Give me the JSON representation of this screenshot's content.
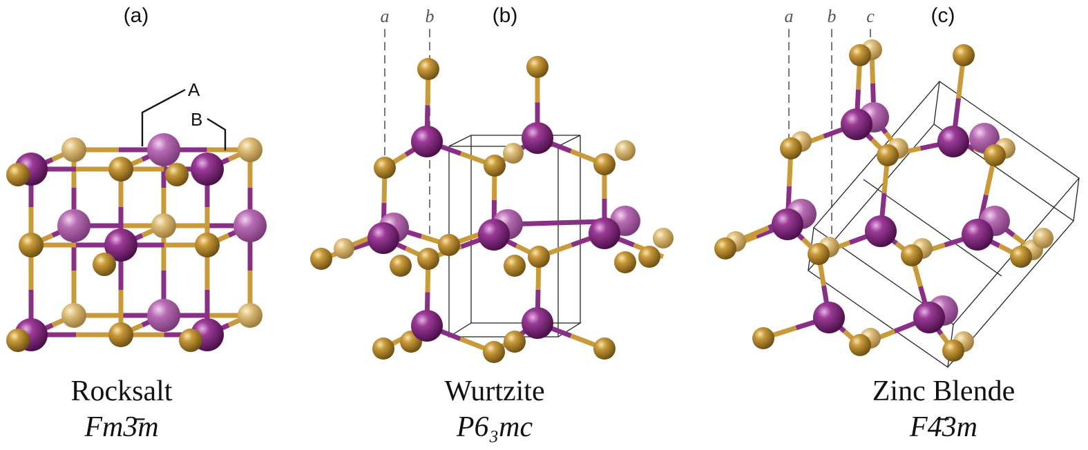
{
  "panels": [
    {
      "id": "a",
      "label": "(a)",
      "name": "Rocksalt",
      "space_group": "Fm3̄m",
      "site_labels": [
        "A",
        "B"
      ]
    },
    {
      "id": "b",
      "label": "(b)",
      "name": "Wurtzite",
      "space_group": "P6₃mc",
      "guides": [
        "a",
        "b"
      ]
    },
    {
      "id": "c",
      "label": "(c)",
      "name": "Zinc Blende",
      "space_group": "F4̄3m",
      "guides": [
        "a",
        "b",
        "c"
      ]
    }
  ],
  "colors": {
    "atom_a": "#6e1f6b",
    "atom_b": "#b78a2e",
    "bond_a": "#8a2f86",
    "bond_b": "#c99a3a"
  }
}
